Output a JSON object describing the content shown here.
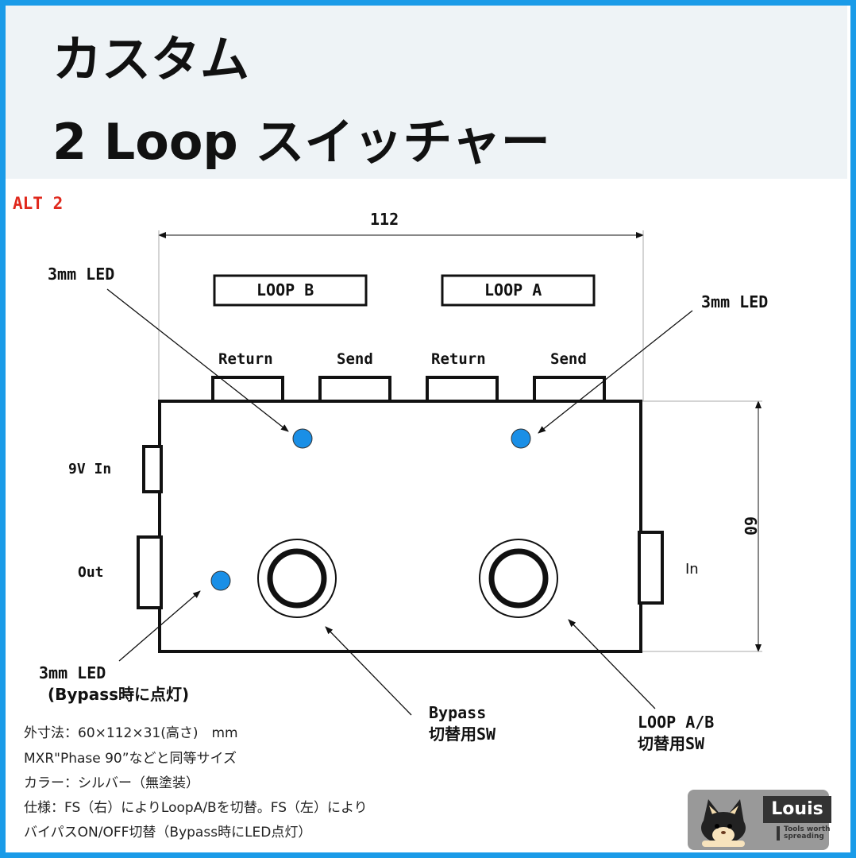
{
  "header": {
    "title_line1": "カスタム",
    "title_line2": "2 Loop スイッチャー"
  },
  "variant_label": "ALT 2",
  "dimensions": {
    "width": "112",
    "height": "60"
  },
  "labels": {
    "loop_b": "LOOP B",
    "loop_a": "LOOP A",
    "return_b": "Return",
    "send_b": "Send",
    "return_a": "Return",
    "send_a": "Send",
    "led_left": "3mm LED",
    "led_right": "3mm LED",
    "led_bypass_1": "3mm LED",
    "led_bypass_2": "(Bypass時に点灯)",
    "power_in": "9V In",
    "out": "Out",
    "in": "In",
    "bypass_sw_1": "Bypass",
    "bypass_sw_2": "切替用SW",
    "loop_sw_1": "LOOP A/B",
    "loop_sw_2": "切替用SW"
  },
  "specs": [
    "外寸法：60×112×31(高さ)　mm",
    "MXR\"Phase 90”などと同等サイズ",
    "カラー：シルバー（無塗装）",
    "仕様：FS（右）によりLoopA/Bを切替。FS（左）により",
    "バイパスON/OFF切替（Bypass時にLED点灯）"
  ],
  "logo": {
    "name": "Louis",
    "tagline": "Tools worth spreading"
  },
  "colors": {
    "border": "#1a9be8",
    "led": "#1a8fe6",
    "alt_label": "#e0281c"
  }
}
